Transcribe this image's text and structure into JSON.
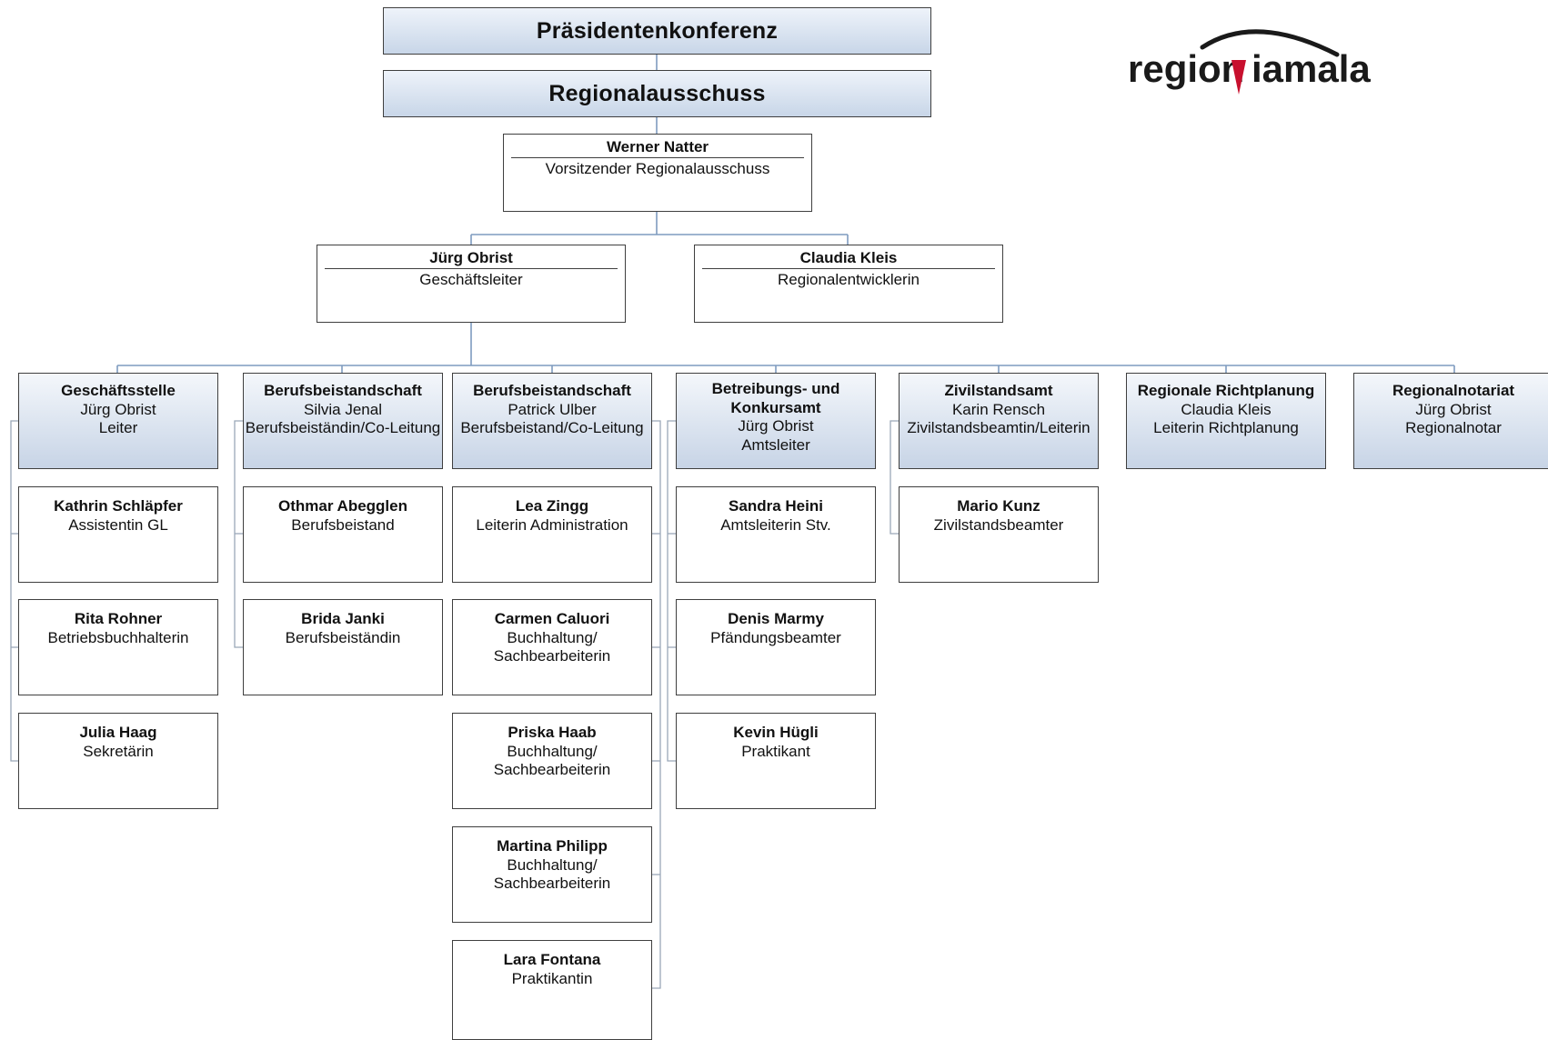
{
  "logo": {
    "text_a": "region",
    "text_b": "viamala",
    "accent_color": "#c8102e",
    "arc_color": "#1a1a1a"
  },
  "top_banners": [
    "Präsidentenkonferenz",
    "Regionalausschuss"
  ],
  "chair": {
    "name": "Werner Natter",
    "role": "Vorsitzender Regionalausschuss"
  },
  "management": [
    {
      "name": "Jürg Obrist",
      "role": "Geschäftsleiter"
    },
    {
      "name": "Claudia Kleis",
      "role": "Regionalentwicklerin"
    }
  ],
  "departments": [
    {
      "head": [
        "Geschäftsstelle",
        "Jürg Obrist",
        "Leiter"
      ],
      "members": [
        [
          "Kathrin Schläpfer",
          "Assistentin GL"
        ],
        [
          "Rita Rohner",
          "Betriebsbuchhalterin"
        ],
        [
          "Julia Haag",
          "Sekretärin"
        ]
      ]
    },
    {
      "head": [
        "Berufsbeistandschaft",
        "Silvia Jenal",
        "Berufsbeiständin/Co-Leitung"
      ],
      "members": [
        [
          "Othmar Abegglen",
          "Berufsbeistand"
        ],
        [
          "Brida Janki",
          "Berufsbeiständin"
        ]
      ]
    },
    {
      "head": [
        "Berufsbeistandschaft",
        "Patrick Ulber",
        "Berufsbeistand/Co-Leitung"
      ],
      "members": [
        [
          "Lea Zingg",
          "Leiterin Administration"
        ],
        [
          "Carmen Caluori",
          "Buchhaltung/",
          "Sachbearbeiterin"
        ],
        [
          "Priska Haab",
          "Buchhaltung/",
          "Sachbearbeiterin"
        ],
        [
          "Martina Philipp",
          "Buchhaltung/",
          "Sachbearbeiterin"
        ],
        [
          "Lara Fontana",
          "Praktikantin"
        ]
      ]
    },
    {
      "head": [
        "Betreibungs- und Konkursamt",
        "Jürg Obrist",
        "Amtsleiter"
      ],
      "members": [
        [
          "Sandra Heini",
          "Amtsleiterin Stv."
        ],
        [
          "Denis Marmy",
          "Pfändungsbeamter"
        ],
        [
          "Kevin Hügli",
          "Praktikant"
        ]
      ]
    },
    {
      "head": [
        "Zivilstandsamt",
        "Karin Rensch",
        "Zivilstandsbeamtin/Leiterin"
      ],
      "members": [
        [
          "Mario Kunz",
          "Zivilstandsbeamter"
        ]
      ]
    },
    {
      "head": [
        "Regionale Richtplanung",
        "Claudia Kleis",
        "Leiterin Richtplanung"
      ],
      "members": []
    },
    {
      "head": [
        "Regionalnotariat",
        "Jürg Obrist",
        "Regionalnotar"
      ],
      "members": []
    }
  ]
}
